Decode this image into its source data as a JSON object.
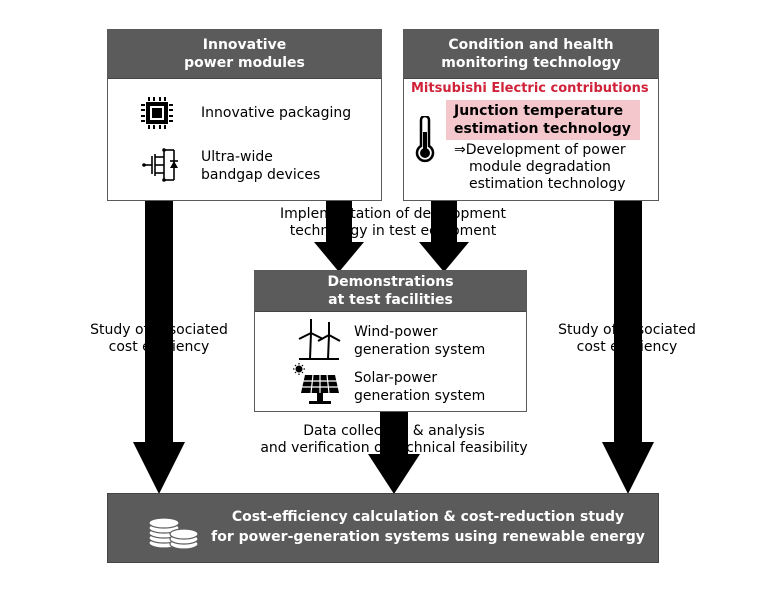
{
  "left_box": {
    "title_lines": [
      "Innovative",
      "power modules"
    ],
    "items": [
      {
        "icon": "chip-icon",
        "lines": [
          "Innovative packaging"
        ]
      },
      {
        "icon": "transistor-icon",
        "lines": [
          "Ultra-wide",
          "bandgap devices"
        ]
      }
    ]
  },
  "right_box": {
    "title_lines": [
      "Condition and health",
      "monitoring technology"
    ],
    "contrib_label": "Mitsubishi Electric contributions",
    "highlight_lines": [
      "Junction temperature",
      "estimation technology"
    ],
    "dev_lines": [
      "⇒Development of power",
      "module degradation",
      "estimation technology"
    ]
  },
  "impl_caption": [
    "Implementation of development",
    "technology in test equipment"
  ],
  "center_box": {
    "title_lines": [
      "Demonstrations",
      "at test facilities"
    ],
    "items": [
      {
        "icon": "wind-turbine-icon",
        "lines": [
          "Wind-power",
          "generation system"
        ]
      },
      {
        "icon": "solar-panel-icon",
        "lines": [
          "Solar-power",
          "generation system"
        ]
      }
    ]
  },
  "left_caption": [
    "Study of associated",
    "cost efficiency"
  ],
  "right_caption": [
    "Study of associated",
    "cost efficiency"
  ],
  "data_caption": [
    "Data collection & analysis",
    "and verification of technical feasibility"
  ],
  "bottom_box": {
    "icon": "coins-icon",
    "lines": [
      "Cost-efficiency calculation & cost-reduction study",
      "for power-generation systems using renewable energy"
    ]
  },
  "colors": {
    "header": "#5b5b5b",
    "highlight": "#f4c7cc",
    "contrib_text": "#d0233a",
    "arrow": "#000000"
  }
}
